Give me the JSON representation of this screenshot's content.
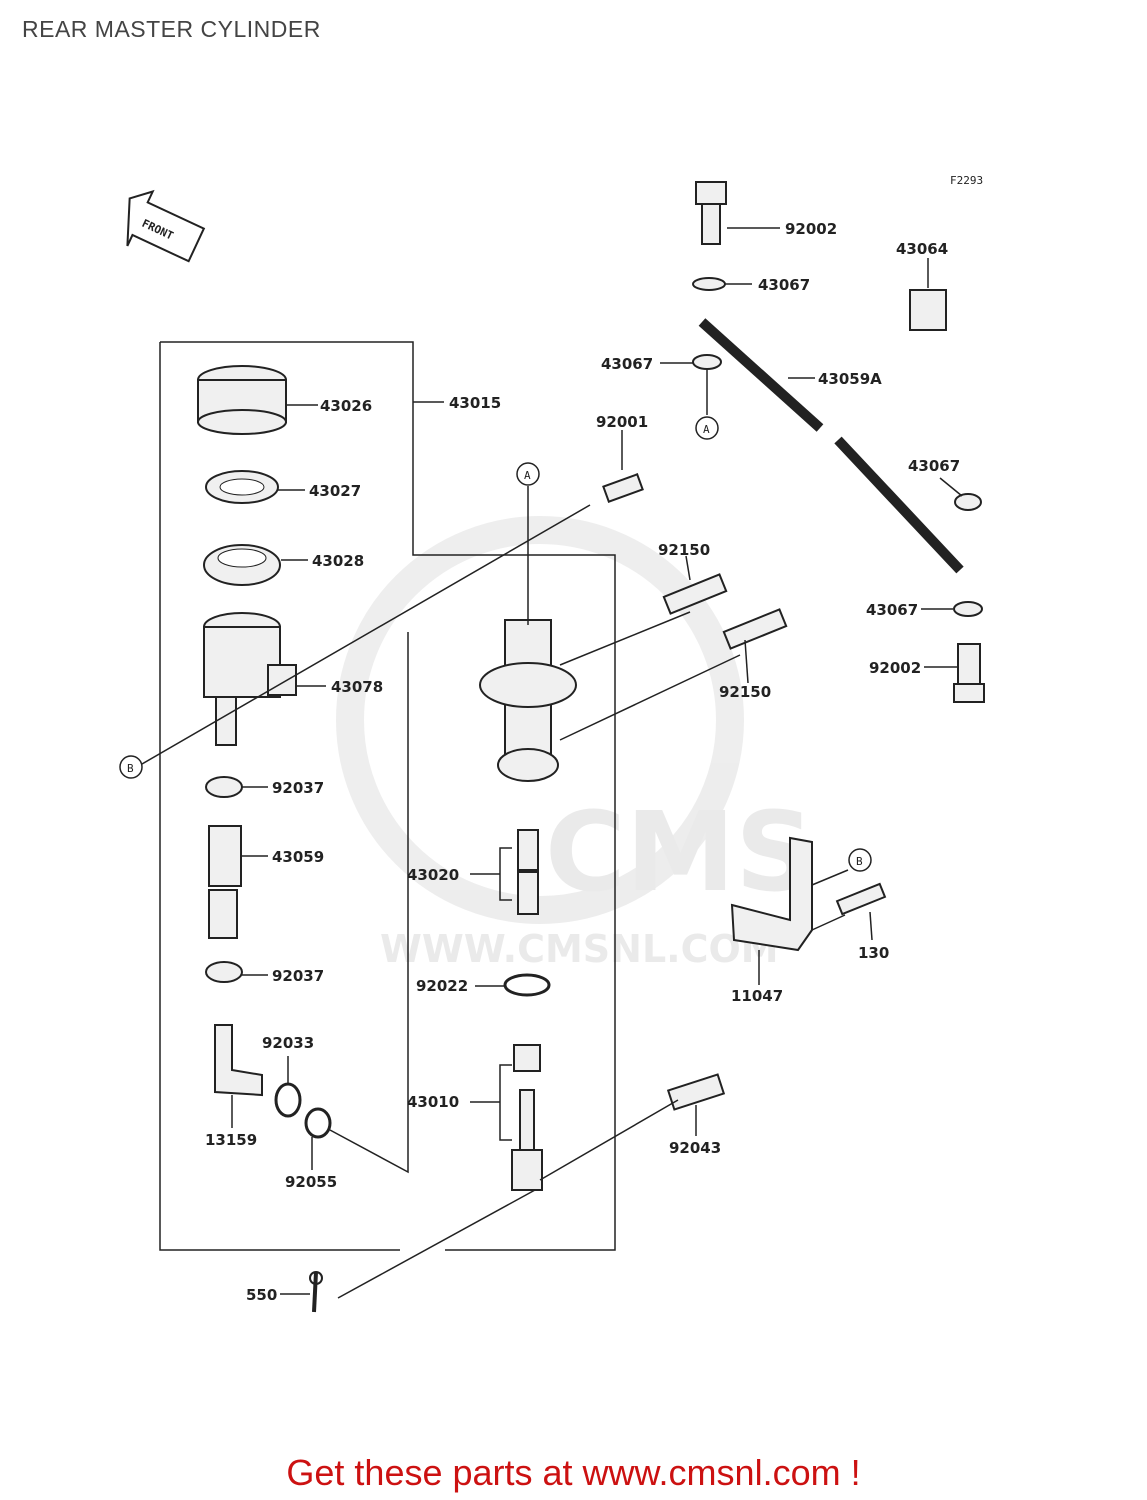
{
  "title": "REAR MASTER CYLINDER",
  "figure_code": "F2293",
  "front_label": "FRONT",
  "watermark": {
    "brand": "CMS",
    "url": "WWW.CMSNL.COM"
  },
  "callouts": {
    "A": "A",
    "B": "B"
  },
  "parts": [
    "92002",
    "43067",
    "43064",
    "43067",
    "43059A",
    "92001",
    "43067",
    "92150",
    "92150",
    "43067",
    "92002",
    "43015",
    "43026",
    "43027",
    "43028",
    "43078",
    "92037",
    "43059",
    "92037",
    "92033",
    "13159",
    "92055",
    "43020",
    "92022",
    "43010",
    "92043",
    "11047",
    "130",
    "550"
  ],
  "footer": "Get these parts at www.cmsnl.com !"
}
